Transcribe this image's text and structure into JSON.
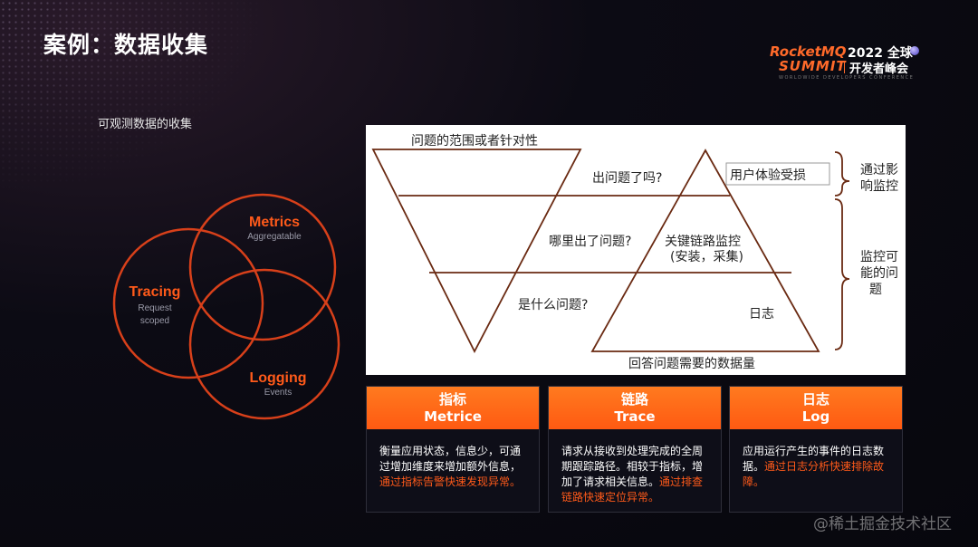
{
  "title": "案例：数据收集",
  "subtitle": "可观测数据的收集",
  "logo": {
    "brand": "RocketMQ",
    "year": "2022 全球",
    "summit": "SUMMIT",
    "conference": "开发者峰会",
    "tagline": "WORLDWIDE DEVELOPERS CONFERENCE"
  },
  "venn": {
    "metrics": {
      "title": "Metrics",
      "sub": "Aggregatable"
    },
    "tracing": {
      "title": "Tracing",
      "sub1": "Request",
      "sub2": "scoped"
    },
    "logging": {
      "title": "Logging",
      "sub": "Events"
    }
  },
  "pyramid": {
    "top_label": "问题的范围或者针对性",
    "q1": "出问题了吗?",
    "q2": "哪里出了问题?",
    "q3": "是什么问题?",
    "box1": "用户体验受损",
    "box2_line1": "关键链路监控",
    "box2_line2": "(安装，采集)",
    "box3": "日志",
    "bottom_label": "回答问题需要的数据量",
    "brace1_line1": "通过影",
    "brace1_line2": "响监控",
    "brace2_line1": "监控可",
    "brace2_line2": "能的问",
    "brace2_line3": "题"
  },
  "cards": [
    {
      "title": "指标",
      "subtitle": "Metrice",
      "text": "衡量应用状态，信息少，可通过增加维度来增加额外信息，",
      "highlight": "通过指标告警快速发现异常。"
    },
    {
      "title": "链路",
      "subtitle": "Trace",
      "text": "请求从接收到处理完成的全周期跟踪路径。相较于指标，增加了请求相关信息。",
      "highlight": "通过排查链路快速定位异常。"
    },
    {
      "title": "日志",
      "subtitle": "Log",
      "text": "应用运行产生的事件的日志数据。",
      "highlight": "通过日志分析快速排除故障。"
    }
  ],
  "watermark": "@稀土掘金技术社区",
  "colors": {
    "accent": "#ff5a1a",
    "ring": "#d8401a",
    "card_head": "#ff6a1a"
  }
}
